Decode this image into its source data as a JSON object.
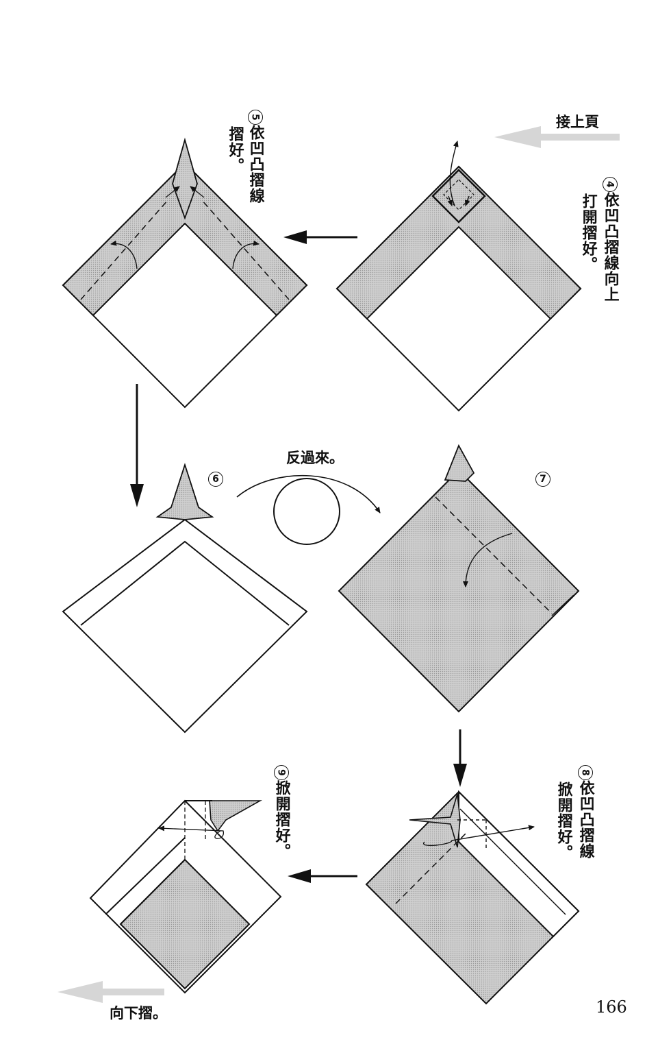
{
  "header": {
    "continued": "接上頁"
  },
  "steps": [
    {
      "num": "4",
      "lines": [
        "依凹凸摺線向上",
        "打開摺好。"
      ]
    },
    {
      "num": "5",
      "lines": [
        "依凹凸摺線",
        "摺好。"
      ]
    },
    {
      "num": "6",
      "lines": []
    },
    {
      "num": "7",
      "lines": []
    },
    {
      "num": "8",
      "lines": [
        "依凹凸摺線",
        "掀開摺好。"
      ]
    },
    {
      "num": "9",
      "lines": [
        "掀開摺好。"
      ]
    }
  ],
  "flip_label": "反過來。",
  "footer": {
    "continue_down": "向下摺。",
    "page_number": "166"
  },
  "colors": {
    "ink": "#111111",
    "shade": "#c8c8c8",
    "arrow_ghost": "#d6d6d6"
  }
}
